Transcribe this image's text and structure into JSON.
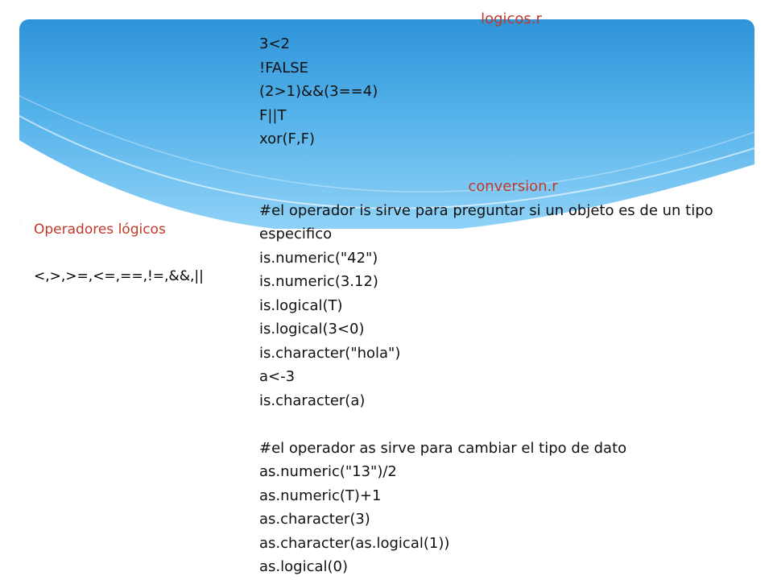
{
  "left": {
    "title": "Operadores lógicos",
    "operators": "<,>,>=,<=,==,!=,&&,||"
  },
  "logicos": {
    "title": "logicos.r",
    "lines": [
      "3<2",
      "!FALSE",
      "(2>1)&&(3==4)",
      "F||T",
      "xor(F,F)"
    ]
  },
  "conversion": {
    "title": "conversion.r",
    "comment1": "#el operador is sirve para preguntar si un objeto es de un tipo especifico",
    "is_lines": [
      "is.numeric(\"42\")",
      "is.numeric(3.12)",
      "is.logical(T)",
      "is.logical(3<0)",
      "is.character(\"hola\")",
      "a<-3",
      "is.character(a)"
    ],
    "comment2": "#el operador as sirve para cambiar el tipo de dato",
    "as_lines": [
      "as.numeric(\"13\")/2",
      "as.numeric(T)+1",
      "as.character(3)",
      "as.character(as.logical(1))",
      "as.logical(0)"
    ]
  }
}
